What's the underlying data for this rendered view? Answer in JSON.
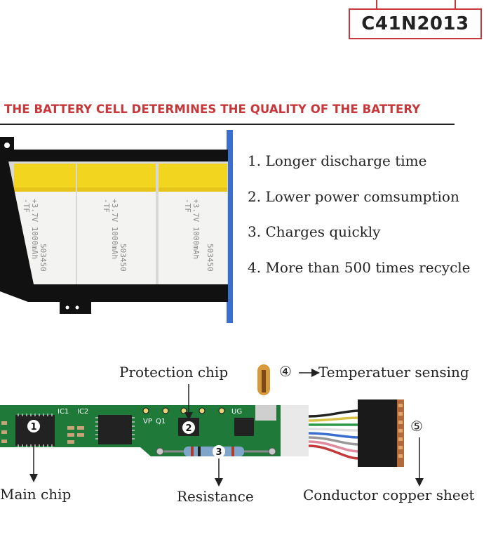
{
  "model": "C41N2013",
  "heading": "THE BATTERY CELL DETERMINES THE QUALITY OF THE BATTERY",
  "features": [
    "1. Longer discharge time",
    "2. Lower power comsumption",
    "3. Charges quickly",
    "4. More than 500 times recycle"
  ],
  "cell_print": {
    "brand": "-TF",
    "spec": "+3.7V 1000mAh",
    "code": "503450"
  },
  "board_labels": {
    "ic1": "IC1",
    "ic2": "IC2",
    "q1": "Q1",
    "vp": "VP",
    "ug": "UG",
    "marker1": "1",
    "marker2": "2",
    "marker3": "3"
  },
  "callouts": {
    "protection_chip": "Protection chip",
    "temperature_marker": "④",
    "temperature_sensing": "Temperatuer sensing",
    "conductor_marker": "⑤",
    "main_chip": "Main chip",
    "resistance": "Resistance",
    "conductor_copper_sheet": "Conductor copper sheet"
  },
  "colors": {
    "accent_red": "#c8373a",
    "pcb_green": "#1f7a3a",
    "cell_yellow": "#f2d51e",
    "frame_blue": "#3a6fd0"
  }
}
